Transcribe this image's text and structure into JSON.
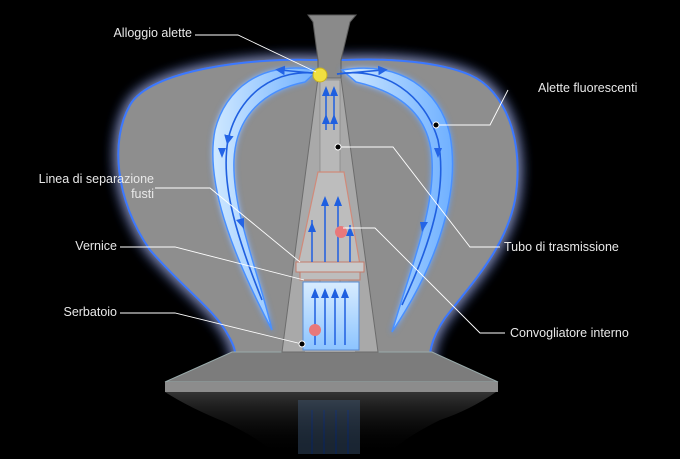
{
  "labels": {
    "alloggio": "Alloggio alette",
    "alette": "Alette fluorescenti",
    "linea_1": "Linea di separazione",
    "linea_2": "fusti",
    "vernice": "Vernice",
    "tubo": "Tubo di trasmissione",
    "serbatoio": "Serbatoio",
    "convogliatore": "Convogliatore interno"
  },
  "colors": {
    "background": "#000000",
    "body": "#8f8f8f",
    "glow": "#2f6dff",
    "flow": "#1f5fe0",
    "fin": "#9fd0ff",
    "dot": "#e8787a",
    "housing": "#f0e040",
    "leader": "#ffffff"
  }
}
